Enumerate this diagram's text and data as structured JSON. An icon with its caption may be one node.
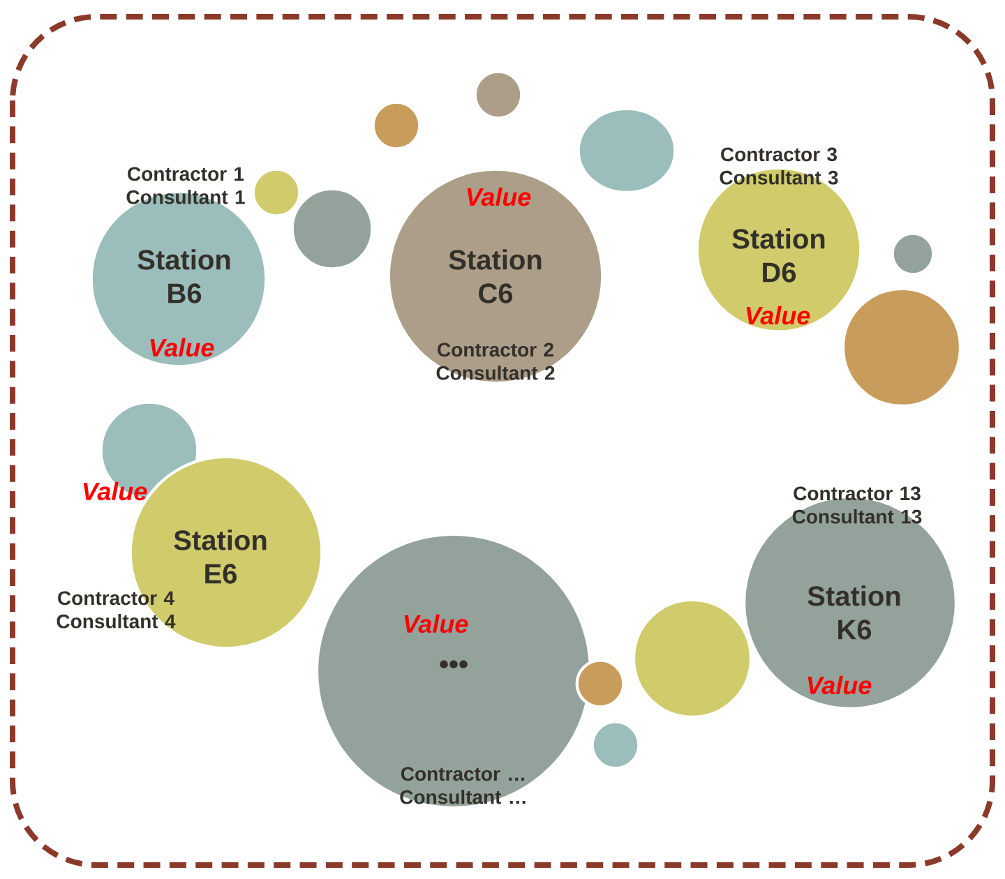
{
  "diagram": {
    "nodes": [
      {
        "text": [
          "Contractor 1 Consultant 1",
          "Station B6",
          "Value"
        ]
      },
      {
        "text": [
          "Value",
          "Station C6",
          "Contractor 2 Consultant 2"
        ]
      },
      {
        "text": [
          "Contractor 3 Consultant 3",
          "Station D6",
          "Value"
        ]
      },
      {
        "text": [
          "Value",
          "Station E6",
          "Contractor 4 Consultant 4"
        ]
      },
      {
        "text": [
          "Value",
          "•••",
          "Contractor … Consultant …"
        ]
      },
      {
        "text": [
          "Contractor 13 Consultant 13",
          "Station K6",
          "Value"
        ]
      },
      {
        "text": [],
        "shape": "circle"
      },
      {
        "text": [],
        "shape": "circle"
      },
      {
        "text": [],
        "shape": "circle"
      },
      {
        "text": [],
        "shape": "circle"
      },
      {
        "text": [],
        "shape": "circle"
      },
      {
        "text": [],
        "shape": "circle"
      },
      {
        "text": [],
        "shape": "circle"
      },
      {
        "text": [],
        "shape": "circle"
      },
      {
        "text": [],
        "shape": "circle"
      },
      {
        "text": [],
        "shape": "circle"
      },
      {
        "text": [],
        "shape": "circle"
      }
    ]
  }
}
